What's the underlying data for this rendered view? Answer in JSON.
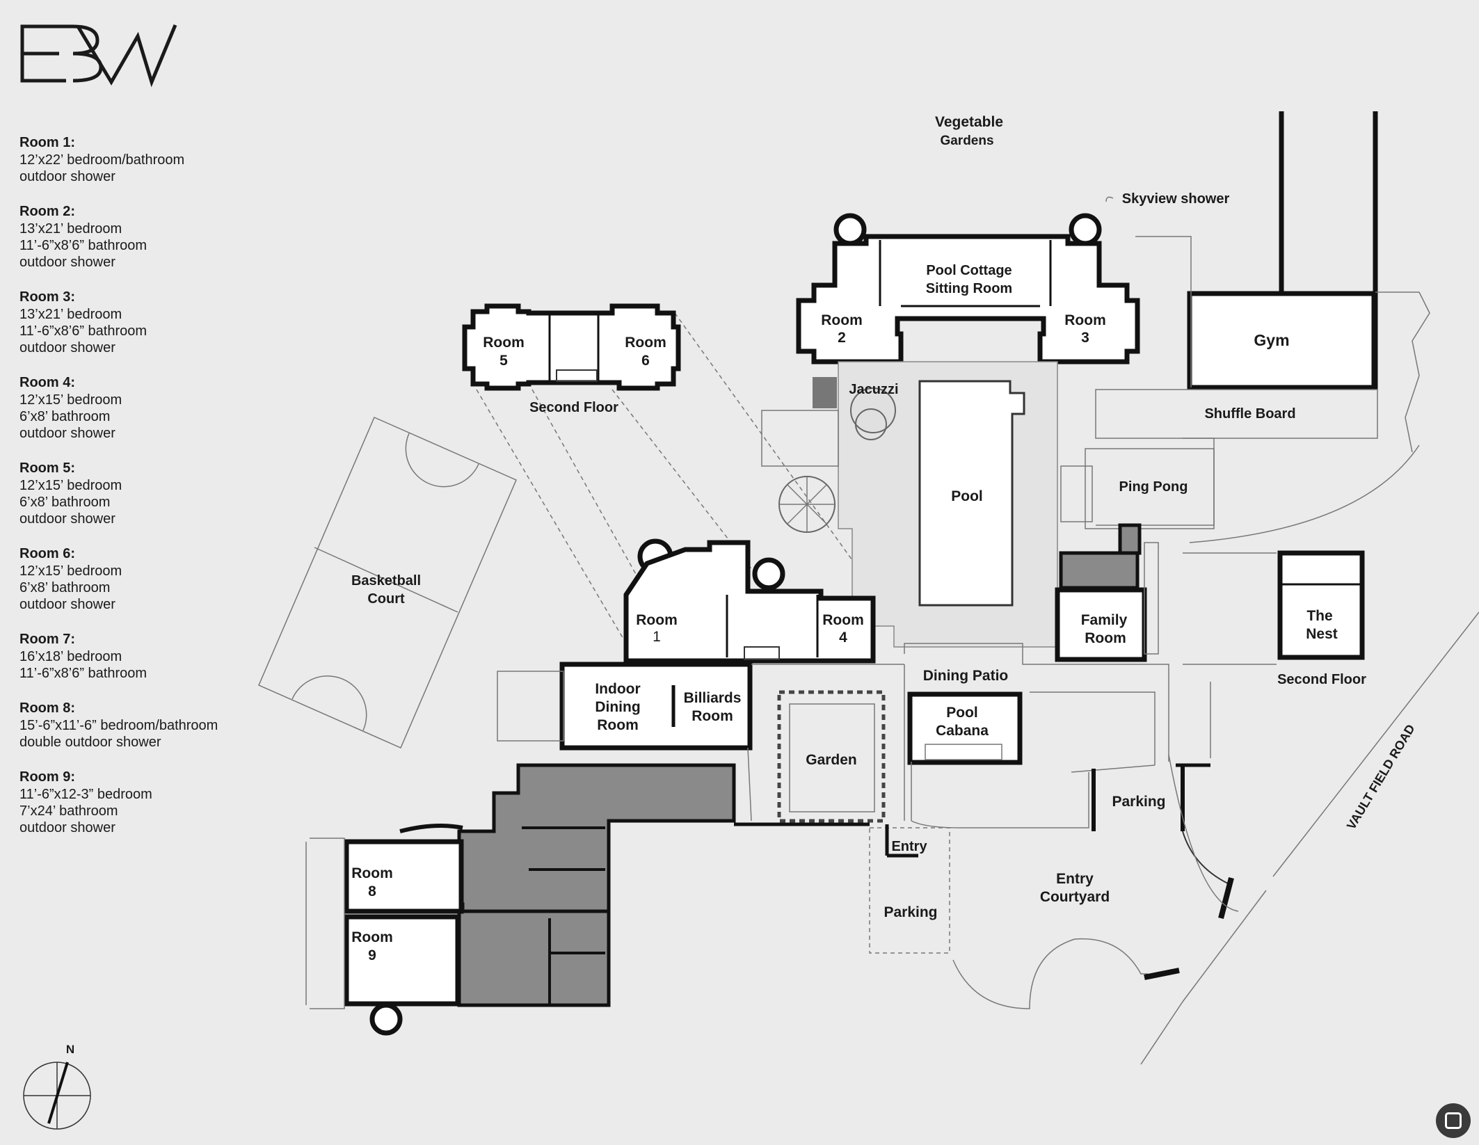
{
  "legend": [
    {
      "title": "Room 1:",
      "lines": [
        "12’x22’ bedroom/bathroom",
        "outdoor shower"
      ]
    },
    {
      "title": "Room 2:",
      "lines": [
        "13’x21’ bedroom",
        "11’-6”x8’6” bathroom",
        "outdoor shower"
      ]
    },
    {
      "title": "Room 3:",
      "lines": [
        "13’x21’ bedroom",
        "11’-6”x8’6” bathroom",
        "outdoor shower"
      ]
    },
    {
      "title": "Room 4:",
      "lines": [
        "12’x15’ bedroom",
        "6’x8’ bathroom",
        "outdoor shower"
      ]
    },
    {
      "title": "Room 5:",
      "lines": [
        "12’x15’ bedroom",
        "6’x8’ bathroom",
        "outdoor shower"
      ]
    },
    {
      "title": "Room 6:",
      "lines": [
        "12’x15’ bedroom",
        "6’x8’ bathroom",
        "outdoor shower"
      ]
    },
    {
      "title": "Room 7:",
      "lines": [
        "16’x18’ bedroom",
        "11’-6”x8’6” bathroom"
      ]
    },
    {
      "title": "Room 8:",
      "lines": [
        "15’-6”x11’-6” bedroom/bathroom",
        "double outdoor shower"
      ]
    },
    {
      "title": "Room 9:",
      "lines": [
        "11’-6”x12-3” bedroom",
        "7’x24’ bathroom",
        "outdoor shower"
      ]
    }
  ],
  "plan": {
    "vegetable_gardens": [
      "Vegetable",
      "Gardens"
    ],
    "skyview_shower": "Skyview shower",
    "pool_cottage": [
      "Pool Cottage",
      "Sitting Room"
    ],
    "room2": [
      "Room",
      "2"
    ],
    "room3": [
      "Room",
      "3"
    ],
    "gym": "Gym",
    "shuffle_board": "Shuffle Board",
    "jacuzzi": "Jacuzzi",
    "pool": "Pool",
    "ping_pong": "Ping Pong",
    "room5": [
      "Room",
      "5"
    ],
    "room6": [
      "Room",
      "6"
    ],
    "second_floor_upper": "Second Floor",
    "basketball_court": [
      "Basketball",
      "Court"
    ],
    "room1": [
      "Room",
      "1"
    ],
    "room4": [
      "Room",
      "4"
    ],
    "family_room": [
      "Family",
      "Room"
    ],
    "the_nest": [
      "The",
      "Nest"
    ],
    "second_floor_nest": "Second Floor",
    "dining_patio": "Dining Patio",
    "indoor_dining": [
      "Indoor",
      "Dining",
      "Room"
    ],
    "billiards": [
      "Billiards",
      "Room"
    ],
    "pool_cabana": [
      "Pool",
      "Cabana"
    ],
    "garden": "Garden",
    "parking_right": "Parking",
    "entry": "Entry",
    "entry_courtyard": [
      "Entry",
      "Courtyard"
    ],
    "parking_left": "Parking",
    "room8": [
      "Room",
      "8"
    ],
    "room9": [
      "Room",
      "9"
    ],
    "vault_field_road": "VAULT FIELD ROAD",
    "compass_n": "N"
  }
}
